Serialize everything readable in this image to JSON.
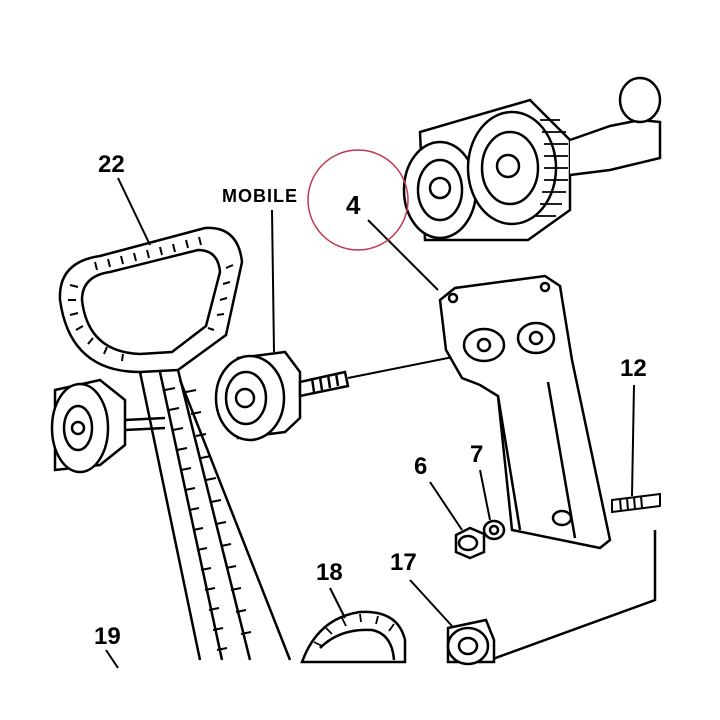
{
  "labels": {
    "belt": "22",
    "tensioner_word": "MOBILE",
    "bracket": "4",
    "nut": "6",
    "washer": "7",
    "stud": "12",
    "sprocket": "18",
    "pulley_lower": "17",
    "idler_left": "19"
  },
  "highlight_color": "#c0394b",
  "ink_color": "#000000"
}
